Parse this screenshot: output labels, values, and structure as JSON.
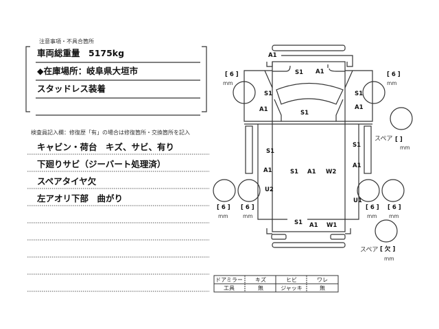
{
  "notes": {
    "header": "注意事項・不具合箇所",
    "rows": [
      "車両総重量　5175kg",
      "◆在庫場所：岐阜県大垣市",
      "スタッドレス装着"
    ]
  },
  "inspector": {
    "header": "検査員記入欄：修復歴「有」の場合は修復箇所・交換箇所を記入",
    "rows": [
      "キャビン・荷台　キズ、サビ、有り",
      "下廻りサビ（ジーバート処理済）",
      "スペアタイヤ欠",
      "左アオリ下部　曲がり"
    ]
  },
  "diagram": {
    "labels": {
      "front_a1": "A1",
      "cab_s1": "S1",
      "cab_a1": "A1",
      "cab_left_s1": "S1",
      "cab_right_s1": "S1",
      "cab_left_a1": "A1",
      "cab_center_s1": "S1",
      "cab_right_a1": "A1",
      "left_s1": "S1",
      "left_a1": "A1",
      "bed_s1": "S1",
      "bed_a1": "A1",
      "bed_w2": "W2",
      "left_u2": "U2",
      "right_s1": "S1",
      "right_a1": "A1",
      "right_u1": "U1",
      "rear_s1": "S1",
      "rear_a1": "A1",
      "rear_w1": "W1"
    },
    "tread": {
      "front_left": "6",
      "front_right": "6",
      "rear_left_outer": "6",
      "rear_left_inner": "6",
      "rear_right_inner": "6",
      "rear_right_outer": "6",
      "unit": "mm"
    },
    "spare1": {
      "label": "スペア",
      "value": "",
      "unit": "mm"
    },
    "spare2": {
      "label": "スペア",
      "value": "欠",
      "unit": "mm"
    }
  },
  "table": {
    "row1": [
      "ドアミラー",
      "キズ",
      "ヒビ",
      "ワレ"
    ],
    "row2": [
      "工具",
      "無",
      "ジャッキ",
      "無"
    ]
  }
}
